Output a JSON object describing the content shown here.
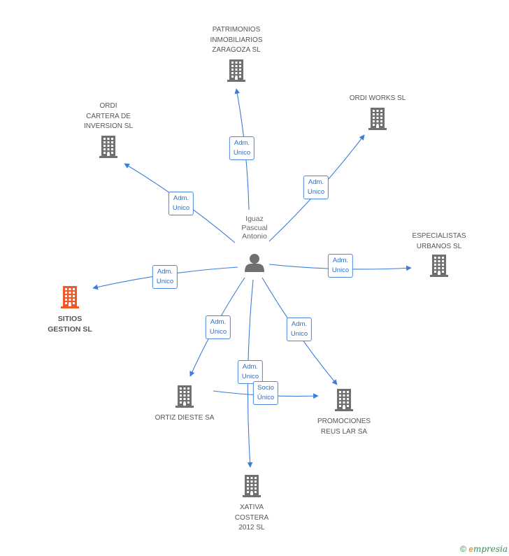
{
  "center": {
    "name": "Iguaz\nPascual\nAntonio",
    "icon": "person-icon",
    "color": "#707070"
  },
  "companies": [
    {
      "id": "patrimonios",
      "name": "PATRIMONIOS\nINMOBILIARIOS\nZARAGOZA SL",
      "icon": "building-icon",
      "highlight": false
    },
    {
      "id": "ordi-works",
      "name": "ORDI WORKS SL",
      "icon": "building-icon",
      "highlight": false
    },
    {
      "id": "ordi-cartera",
      "name": "ORDI\nCARTERA DE\nINVERSION SL",
      "icon": "building-icon",
      "highlight": false
    },
    {
      "id": "especialistas",
      "name": "ESPECIALISTAS\nURBANOS SL",
      "icon": "building-icon",
      "highlight": false
    },
    {
      "id": "sitios",
      "name": "SITIOS\nGESTION SL",
      "icon": "building-icon",
      "highlight": true
    },
    {
      "id": "ortiz",
      "name": "ORTIZ DIESTE SA",
      "icon": "building-icon",
      "highlight": false
    },
    {
      "id": "promociones",
      "name": "PROMOCIONES\nREUS LAR SA",
      "icon": "building-icon",
      "highlight": false
    },
    {
      "id": "xativa",
      "name": "XATIVA\nCOSTERA\n2012 SL",
      "icon": "building-icon",
      "highlight": false
    }
  ],
  "edges": [
    {
      "to": "patrimonios",
      "label": "Adm.\nUnico"
    },
    {
      "to": "ordi-works",
      "label": "Adm.\nUnico"
    },
    {
      "to": "ordi-cartera",
      "label": "Adm.\nUnico"
    },
    {
      "to": "especialistas",
      "label": "Adm.\nUnico"
    },
    {
      "to": "sitios",
      "label": "Adm.\nUnico"
    },
    {
      "to": "ortiz",
      "label": "Adm.\nUnico"
    },
    {
      "to": "promociones",
      "label": "Adm.\nUnico"
    },
    {
      "to": "xativa",
      "label": "Adm.\nUnico"
    },
    {
      "from": "ortiz",
      "to": "promociones",
      "label": "Socio\nÚnico"
    }
  ],
  "colors": {
    "edge": "#3b7dd8",
    "building": "#707070",
    "highlight": "#f05a28"
  },
  "footer": {
    "copyright": "©",
    "brand_initial": "e",
    "brand_rest": "mpresia"
  }
}
